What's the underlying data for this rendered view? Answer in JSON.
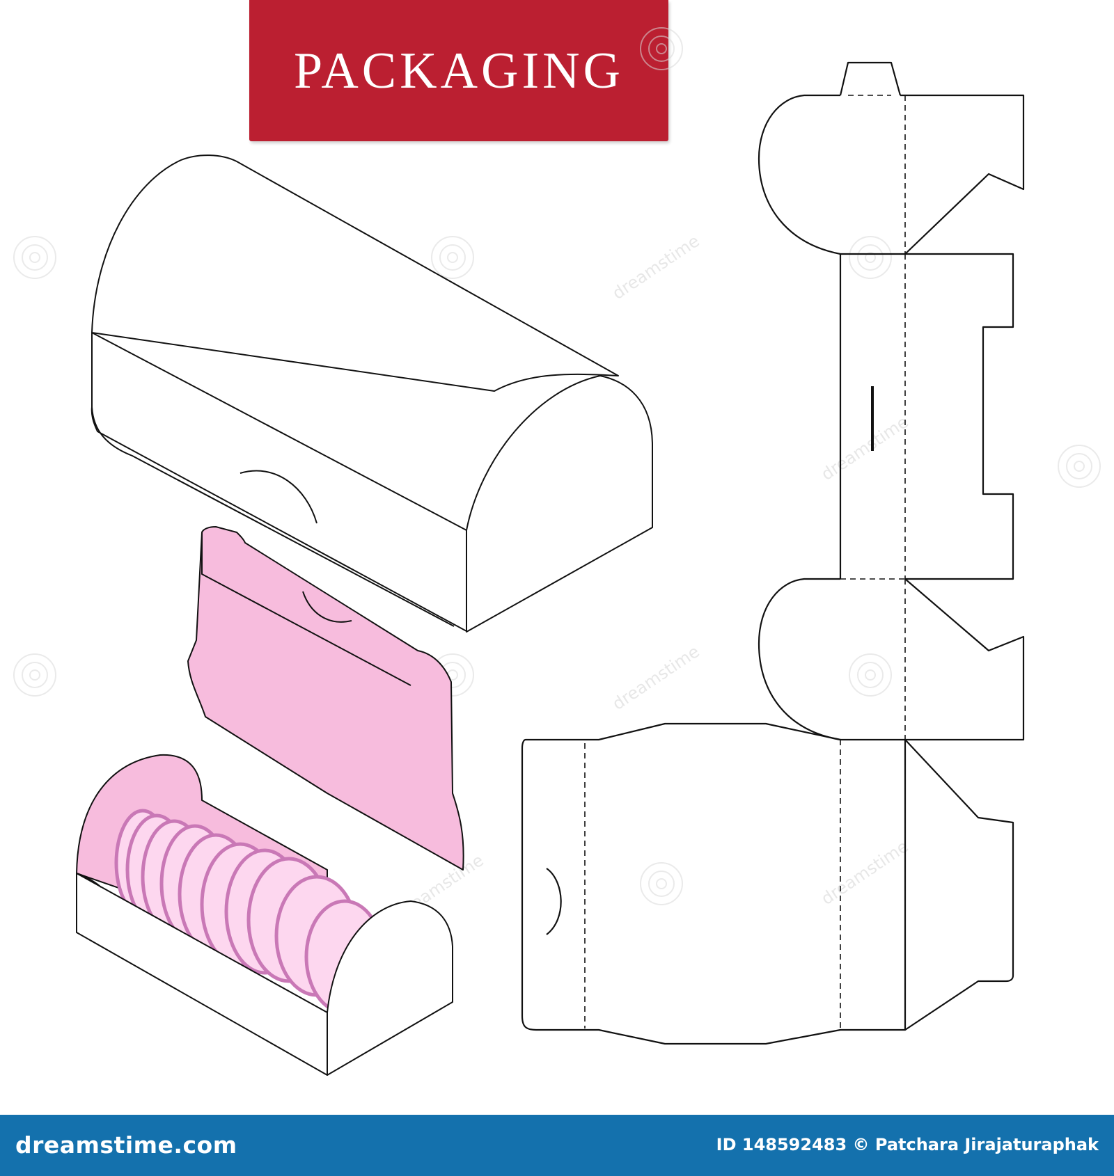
{
  "title": "PACKAGING",
  "colors": {
    "banner": "#bb1f31",
    "footer": "#1471ad",
    "pink_fill": "#f7bcdd",
    "pink_light": "#fdd7ef",
    "pink_stroke": "#c978b6",
    "outline": "#111111"
  },
  "watermark": "dreamstime",
  "footer": {
    "brand": "dreamstime.com",
    "credit": "ID 148592483 © Patchara Jirajaturaphak"
  },
  "icons": {
    "closed_box": "closed-arch-box-illustration",
    "open_box": "open-box-with-pink-discs",
    "dieline": "flat-box-dieline-template",
    "watermark_mark": "spiral-logo-icon"
  }
}
